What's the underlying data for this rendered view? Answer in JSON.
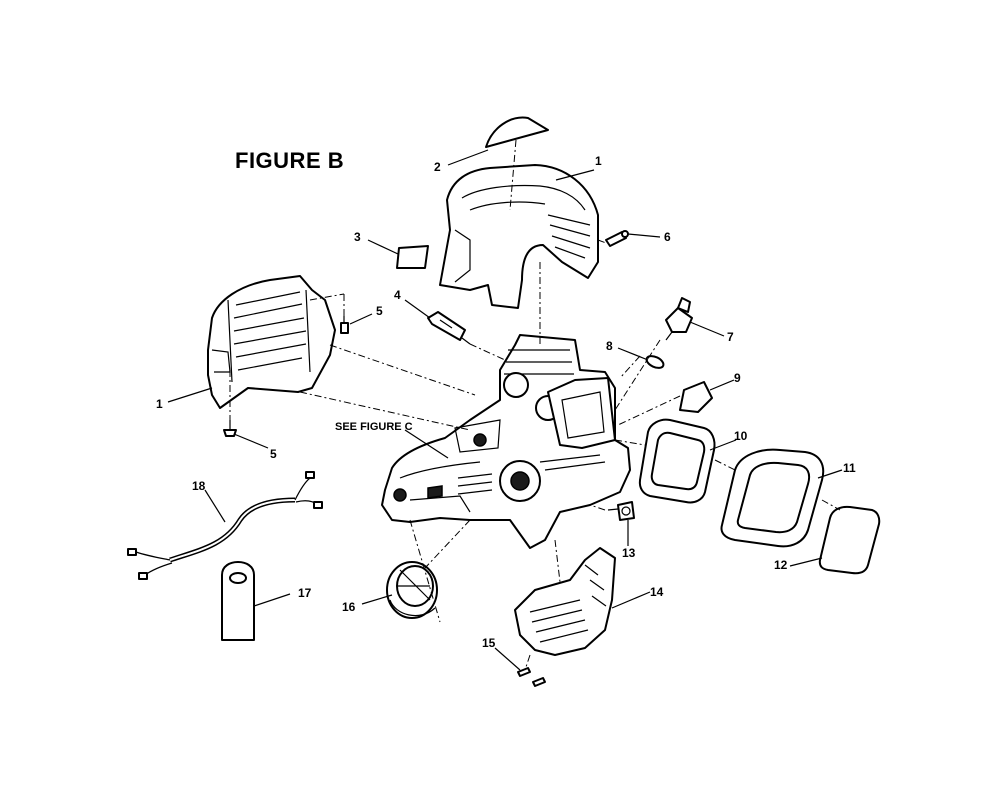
{
  "diagram": {
    "title": "FIGURE B",
    "reference_note": "SEE FIGURE C",
    "callouts": [
      {
        "id": "c1a",
        "label": "1"
      },
      {
        "id": "c1b",
        "label": "1"
      },
      {
        "id": "c2",
        "label": "2"
      },
      {
        "id": "c3",
        "label": "3"
      },
      {
        "id": "c4",
        "label": "4"
      },
      {
        "id": "c5a",
        "label": "5"
      },
      {
        "id": "c5b",
        "label": "5"
      },
      {
        "id": "c6",
        "label": "6"
      },
      {
        "id": "c7",
        "label": "7"
      },
      {
        "id": "c8",
        "label": "8"
      },
      {
        "id": "c9",
        "label": "9"
      },
      {
        "id": "c10",
        "label": "10"
      },
      {
        "id": "c11",
        "label": "11"
      },
      {
        "id": "c12",
        "label": "12"
      },
      {
        "id": "c13",
        "label": "13"
      },
      {
        "id": "c14",
        "label": "14"
      },
      {
        "id": "c15",
        "label": "15"
      },
      {
        "id": "c16",
        "label": "16"
      },
      {
        "id": "c17",
        "label": "17"
      },
      {
        "id": "c18",
        "label": "18"
      }
    ]
  }
}
